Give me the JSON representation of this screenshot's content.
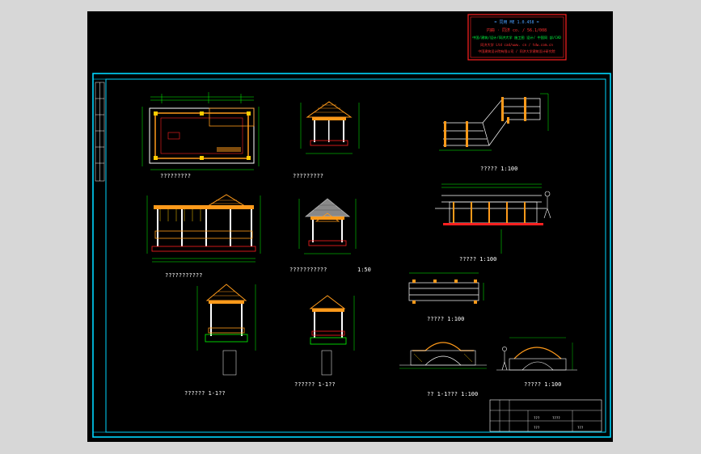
{
  "stamp": {
    "line1": "= 同用 ME 1.0.458 =",
    "line2": "円冊 · 同济  co. / 56.1/008",
    "line3": "中国/建筑/设计/同济大学 施工图 设计/ 中国同 部/CAD",
    "line4": "同济大学  Ltd  cad/www. cn  / tdw.com.cn",
    "line5": "中国建筑设计院有限公司 / 同济大学建筑设计研究院"
  },
  "labels": {
    "plan": "?????????",
    "elev1": "?????????",
    "elev2": "???????????",
    "elev3": "???????????",
    "section1": "??????  1-1??",
    "section2": "??????  1-1??",
    "corner": "?????  1:100",
    "bridge_plan": "?????  1:100",
    "bridge_elev": "?????  1:100",
    "bridge_section": "?? 1-1??? 1:100",
    "bridge_front": "?????  1:100"
  },
  "scales": {
    "s50": "1:50",
    "s100": "1:100"
  },
  "title_block": {
    "drawing_name": "????",
    "row1": "???",
    "row2": "???",
    "row3": "???"
  },
  "colors": {
    "background": "#000000",
    "border": "#00d6ff",
    "roof": "#ff9a1a",
    "dimension": "#00ff00",
    "stamp_frame": "#ff2020",
    "text": "#ffffff"
  }
}
